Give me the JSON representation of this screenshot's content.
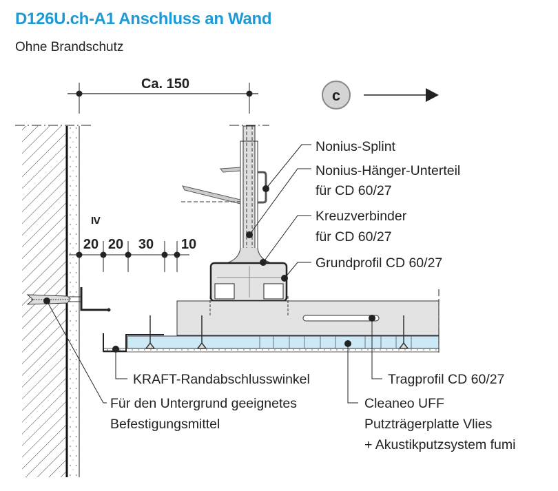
{
  "header": {
    "title": "D126U.ch-A1 Anschluss an Wand",
    "subtitle": "Ohne Brandschutz"
  },
  "dimensions": {
    "top": "Ca. 150",
    "axis_marker": "c",
    "ge_symbol": "≥",
    "spacings": [
      "20",
      "20",
      "30",
      "10"
    ]
  },
  "labels": {
    "nonius_splint": "Nonius-Splint",
    "nonius_haenger_1": "Nonius-Hänger-Unterteil",
    "nonius_haenger_2": "für CD 60/27",
    "kreuzverbinder_1": "Kreuzverbinder",
    "kreuzverbinder_2": "für CD 60/27",
    "grundprofil": "Grundprofil CD 60/27",
    "kraft": "KRAFT-Randabschlusswinkel",
    "befestigung_1": "Für den Untergrund geeignetes",
    "befestigung_2": "Befestigungsmittel",
    "tragprofil": "Tragprofil CD 60/27",
    "cleaneo_1": "Cleaneo UFF",
    "cleaneo_2": "Putzträgerplatte Vlies",
    "cleaneo_3": "+ Akustikputzsystem fumi"
  },
  "colors": {
    "title": "#1d9ad6",
    "board": "#cde9f8",
    "profile": "#e3e3e3"
  }
}
